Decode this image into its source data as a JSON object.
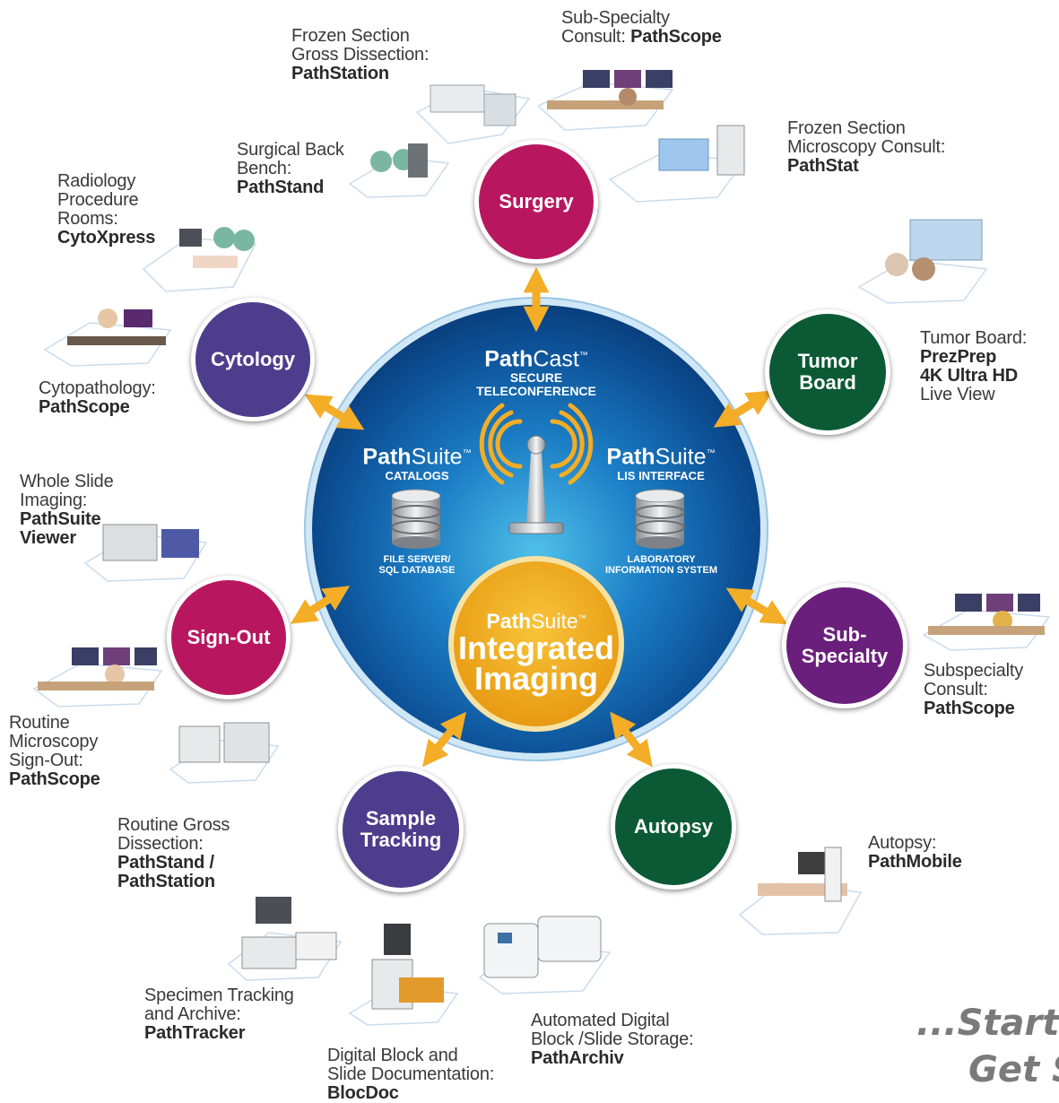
{
  "hub": {
    "pathcast": {
      "brand_bold": "Path",
      "brand_light": "Cast",
      "tm": "™",
      "line1": "SECURE",
      "line2": "TELECONFERENCE"
    },
    "catalogs": {
      "brand_bold": "Path",
      "brand_light": "Suite",
      "tm": "™",
      "sub": "CATALOGS",
      "db1": "FILE SERVER/",
      "db2": "SQL DATABASE"
    },
    "lis": {
      "brand_bold": "Path",
      "brand_light": "Suite",
      "tm": "™",
      "sub": "LIS INTERFACE",
      "db1": "LABORATORY",
      "db2": "INFORMATION SYSTEM"
    },
    "core": {
      "brand_bold": "Path",
      "brand_light": "Suite",
      "tm": "™",
      "line1": "Integrated",
      "line2": "Imaging"
    }
  },
  "nodes": {
    "surgery": [
      "Surgery"
    ],
    "tumor_board": [
      "Tumor",
      "Board"
    ],
    "cytology": [
      "Cytology"
    ],
    "sign_out": [
      "Sign-Out"
    ],
    "sub_specialty": [
      "Sub-",
      "Specialty"
    ],
    "sample_tracking": [
      "Sample",
      "Tracking"
    ],
    "autopsy": [
      "Autopsy"
    ]
  },
  "colors": {
    "magenta": "#b8175f",
    "purple": "#4e3d8c",
    "green": "#0b5a35",
    "violet": "#6b1f7c",
    "gold": "#f3b221",
    "blue": "#1f6fb8"
  },
  "labels": {
    "frozen_gross": {
      "lines": [
        "Frozen Section",
        "Gross Dissection:"
      ],
      "product": "PathStation"
    },
    "subspecialty_top": {
      "lines": [
        "Sub-Specialty"
      ],
      "prefix": "Consult: ",
      "product": "PathScope"
    },
    "frozen_micro": {
      "lines": [
        "Frozen Section",
        "Microscopy Consult:"
      ],
      "product": "PathStat"
    },
    "surgical_back": {
      "lines": [
        "Surgical Back",
        "Bench:"
      ],
      "product": "PathStand"
    },
    "radiology": {
      "lines": [
        "Radiology",
        "Procedure",
        "Rooms:"
      ],
      "product": "CytoXpress"
    },
    "tumor_board": {
      "lines": [
        "Tumor Board:"
      ],
      "products": [
        "PrezPrep",
        "4K Ultra HD"
      ],
      "after": "Live View"
    },
    "cytopath": {
      "lines": [
        "Cytopathology:"
      ],
      "product": "PathScope"
    },
    "whole_slide": {
      "lines": [
        "Whole Slide",
        "Imaging:"
      ],
      "products": [
        "PathSuite",
        "Viewer"
      ]
    },
    "subspecialty_right": {
      "lines": [
        "Subspecialty",
        "Consult:"
      ],
      "product": "PathScope"
    },
    "routine_micro": {
      "lines": [
        "Routine",
        "Microscopy",
        "Sign-Out:"
      ],
      "product": "PathScope"
    },
    "routine_gross": {
      "lines": [
        "Routine Gross",
        "Dissection:"
      ],
      "products": [
        "PathStand /",
        "PathStation"
      ]
    },
    "autopsy": {
      "lines": [
        "Autopsy:"
      ],
      "product": "PathMobile"
    },
    "specimen": {
      "lines": [
        "Specimen Tracking",
        "and Archive:"
      ],
      "product": "PathTracker"
    },
    "automated": {
      "lines": [
        "Automated Digital",
        "Block /Slide Storage:"
      ],
      "product": "PathArchiv"
    },
    "digital_block": {
      "lines": [
        "Digital Block and",
        "Slide Documentation:"
      ],
      "product": "BlocDoc"
    }
  },
  "tagline": {
    "line1": "...Start S",
    "line2": "Get S"
  },
  "icons": [
    "microscope-workstation",
    "surgery-room",
    "wifi-tower",
    "database"
  ]
}
